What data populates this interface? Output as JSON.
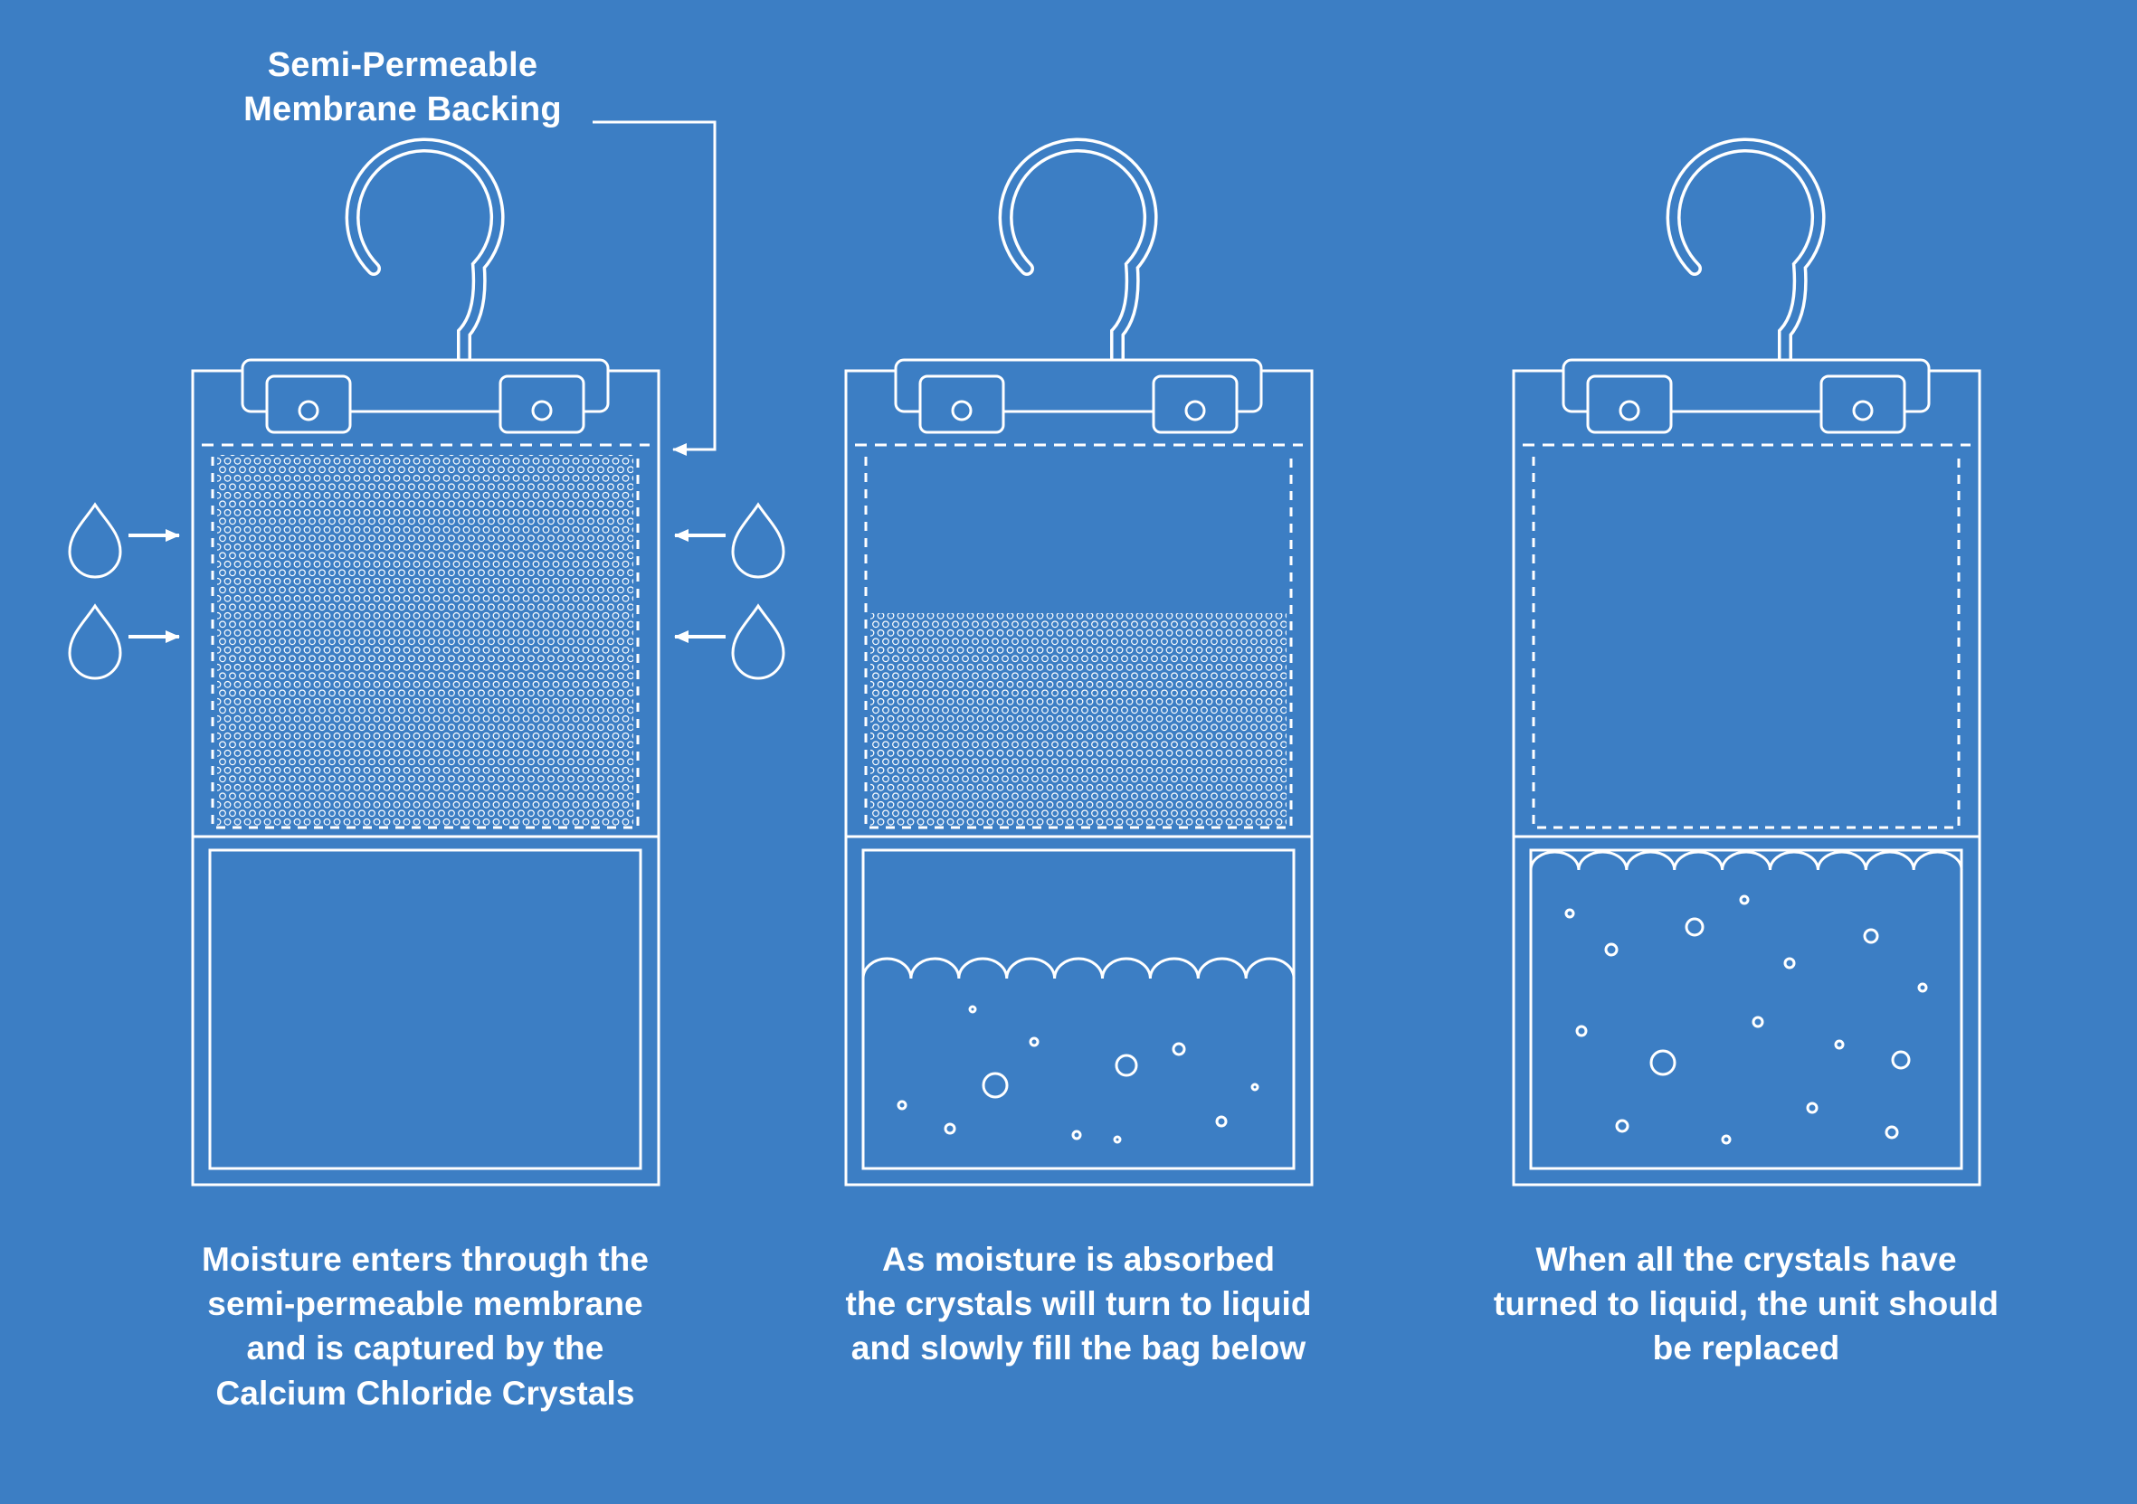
{
  "colors": {
    "background": "#3c7ec4",
    "line": "#ffffff"
  },
  "annotation": {
    "lines": [
      "Semi-Permeable",
      "Membrane Backing"
    ]
  },
  "panels": [
    {
      "name": "stage-1",
      "caption_lines": [
        "Moisture enters through the",
        "semi-permeable membrane",
        "and is captured by the",
        "Calcium Chloride Crystals"
      ]
    },
    {
      "name": "stage-2",
      "caption_lines": [
        "As moisture is absorbed",
        "the crystals will turn to liquid",
        "and slowly fill the bag below"
      ]
    },
    {
      "name": "stage-3",
      "caption_lines": [
        "When all the crystals have",
        "turned to liquid, the unit should",
        "be replaced"
      ]
    }
  ]
}
